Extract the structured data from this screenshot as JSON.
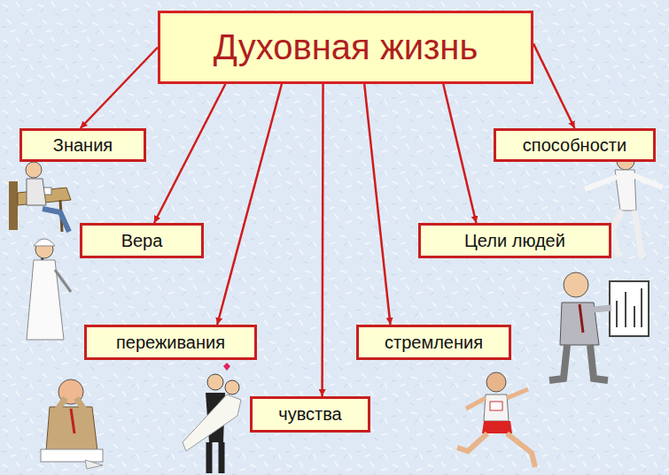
{
  "diagram": {
    "nodes": [
      {
        "text": [
          "Духовная жизнь"
        ]
      },
      {
        "text": [
          "Знания"
        ]
      },
      {
        "text": [
          "способности"
        ]
      },
      {
        "text": [
          "Вера"
        ]
      },
      {
        "text": [
          "Цели людей"
        ]
      },
      {
        "text": [
          "переживания"
        ]
      },
      {
        "text": [
          "стремления"
        ]
      },
      {
        "text": [
          "чувства"
        ]
      }
    ],
    "edges": [
      {
        "from": 0,
        "to": 1,
        "arrow": "to"
      },
      {
        "from": 0,
        "to": 2,
        "arrow": "to"
      },
      {
        "from": 0,
        "to": 3,
        "arrow": "to"
      },
      {
        "from": 0,
        "to": 4,
        "arrow": "to"
      },
      {
        "from": 0,
        "to": 5,
        "arrow": "to"
      },
      {
        "from": 0,
        "to": 6,
        "arrow": "to"
      },
      {
        "from": 0,
        "to": 7,
        "arrow": "to"
      }
    ]
  }
}
